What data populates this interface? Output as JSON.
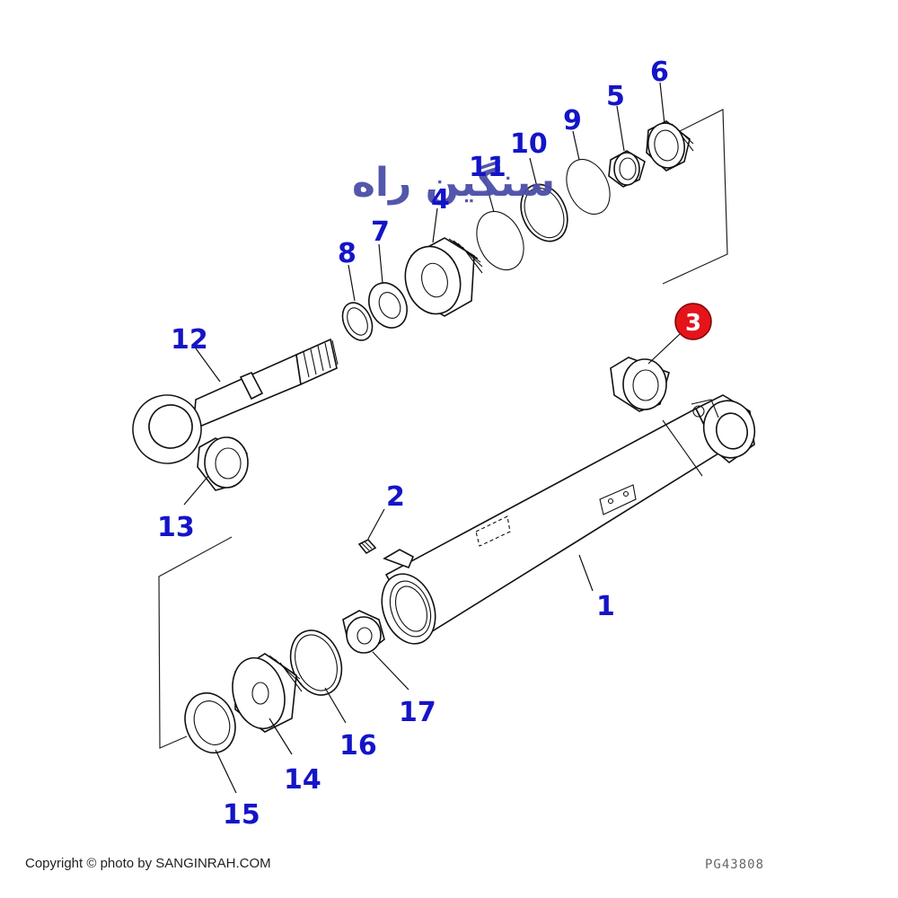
{
  "diagram": {
    "callouts": [
      {
        "id": "1",
        "label": "1"
      },
      {
        "id": "2",
        "label": "2"
      },
      {
        "id": "3",
        "label": "3"
      },
      {
        "id": "4",
        "label": "4"
      },
      {
        "id": "5",
        "label": "5"
      },
      {
        "id": "6",
        "label": "6"
      },
      {
        "id": "7",
        "label": "7"
      },
      {
        "id": "8",
        "label": "8"
      },
      {
        "id": "9",
        "label": "9"
      },
      {
        "id": "10",
        "label": "10"
      },
      {
        "id": "11",
        "label": "11"
      },
      {
        "id": "12",
        "label": "12"
      },
      {
        "id": "13",
        "label": "13"
      },
      {
        "id": "14",
        "label": "14"
      },
      {
        "id": "15",
        "label": "15"
      },
      {
        "id": "16",
        "label": "16"
      },
      {
        "id": "17",
        "label": "17"
      }
    ],
    "highlighted_callout": "3",
    "highlight_color": "#e4141a",
    "callout_color": "#1414c8"
  },
  "watermark": {
    "text": "سنگین راه",
    "color": "#4a4fa8"
  },
  "footer": {
    "copyright": "Copyright © photo by SANGINRAH.COM",
    "drawing_code": "PG43808"
  }
}
